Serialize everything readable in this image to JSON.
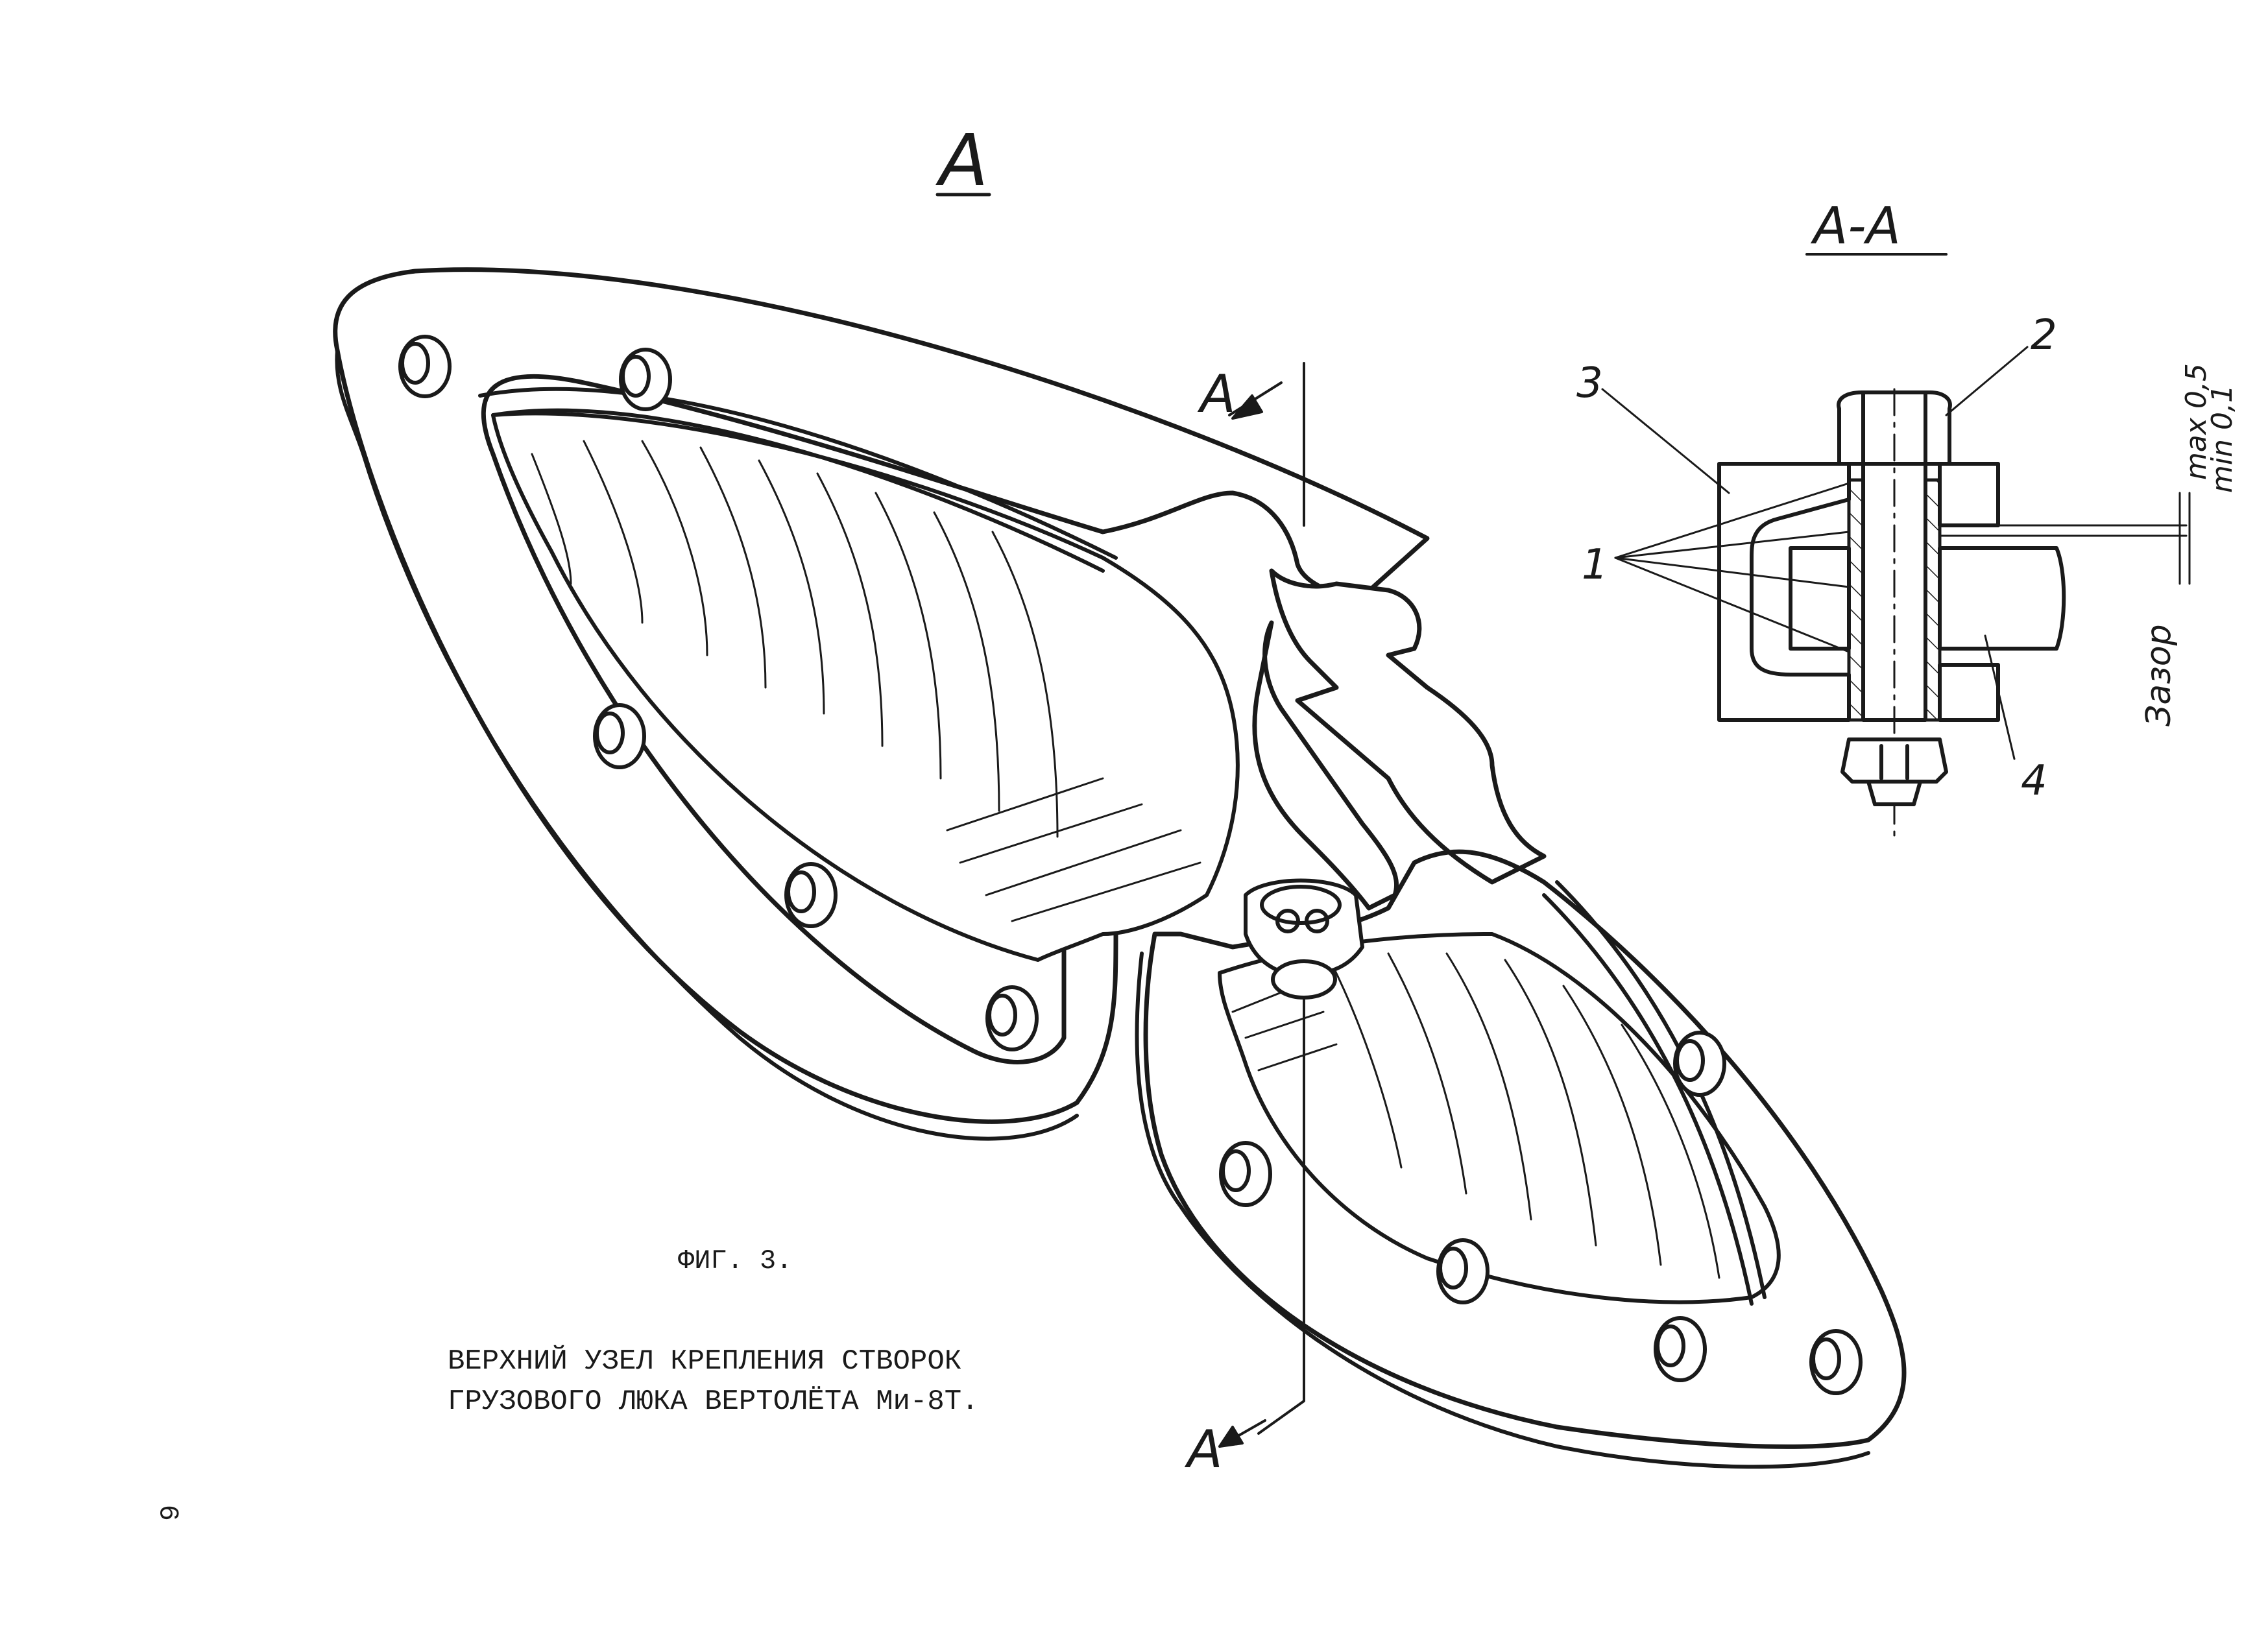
{
  "view_label": "A",
  "section_label": "A-A",
  "cut_label_top": "A",
  "cut_label_bottom": "A",
  "callouts": {
    "c1": "1",
    "c2": "2",
    "c3": "3",
    "c4": "4"
  },
  "gap": {
    "max": "max 0,5",
    "min": "min 0,1",
    "label": "Зазор"
  },
  "figure_number": "ФИГ. 3.",
  "caption_line1": "ВЕРХНИЙ УЗЕЛ КРЕПЛЕНИЯ СТВОРОК",
  "caption_line2": "ГРУЗОВОГО ЛЮКА ВЕРТОЛЁТА Ми-8Т.",
  "page_number": "9"
}
